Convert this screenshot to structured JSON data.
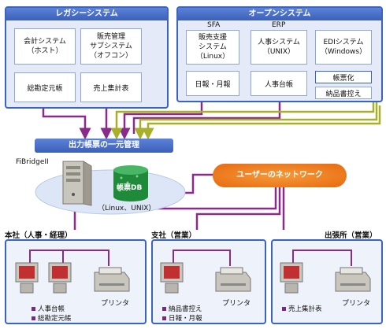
{
  "legacy": {
    "title": "レガシーシステム",
    "systems": [
      {
        "line1": "会計システム",
        "line2": "（ホスト）"
      },
      {
        "line1": "販売管理",
        "line2": "サブシステム",
        "line3": "（オフコン）"
      }
    ],
    "docs": [
      "総勘定元帳",
      "売上集計表"
    ]
  },
  "open": {
    "title": "オープンシステム",
    "labels": [
      "SFA",
      "ERP"
    ],
    "systems": [
      {
        "line1": "販売支援",
        "line2": "システム",
        "line3": "（Linux）"
      },
      {
        "line1": "人事システム",
        "line2": "（UNIX）"
      },
      {
        "line1": "EDIシステム",
        "line2": "（Windows）"
      }
    ],
    "docs": [
      "日報・月報",
      "人事台帳",
      "帳票化",
      "納品書控え"
    ]
  },
  "central": {
    "label": "出力帳票の一元管理",
    "server_name": "FiBridgeII",
    "db_label": "帳票DB",
    "os_label": "（Linux、UNIX）"
  },
  "network": {
    "label": "ユーザーのネットワーク"
  },
  "offices": [
    {
      "title": "本社（人事・経理）",
      "printer": "プリンタ",
      "items": [
        "人事台帳",
        "総勘定元帳"
      ]
    },
    {
      "title": "支社（営業）",
      "printer": "プリンタ",
      "items": [
        "納品書控え",
        "日報・月報"
      ]
    },
    {
      "title": "出張所（営業）",
      "printer": "プリンタ",
      "items": [
        "売上集計表"
      ]
    }
  ],
  "colors": {
    "blue": "#3a63c6",
    "purple": "#8a2a8a",
    "olive": "#a8b02a",
    "orange": "#f07820"
  }
}
